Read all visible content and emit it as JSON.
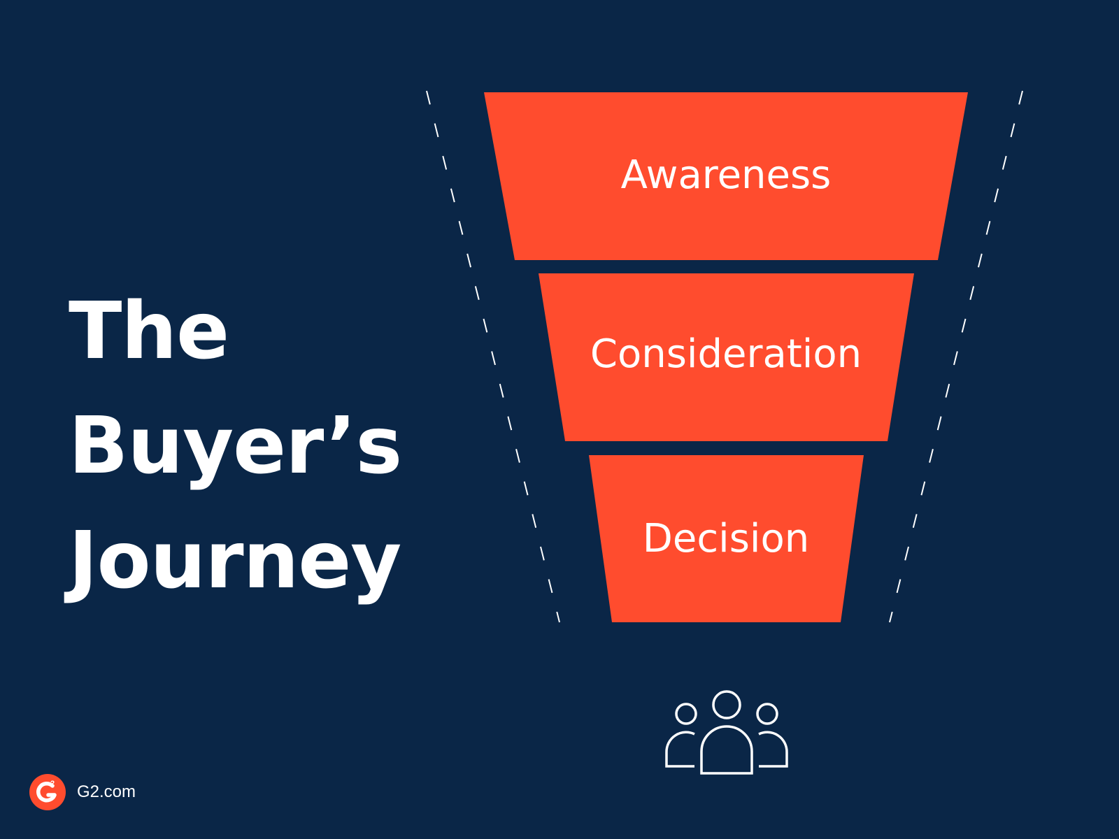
{
  "title": {
    "line1": "The",
    "line2": "Buyer’s",
    "line3": "Journey"
  },
  "funnel": {
    "stages": [
      {
        "label": "Awareness"
      },
      {
        "label": "Consideration"
      },
      {
        "label": "Decision"
      }
    ]
  },
  "icons": {
    "audience": "group-of-people-icon",
    "logo": "g2-logo-icon"
  },
  "footer": {
    "logo_superscript": "2",
    "site": "G2.com"
  },
  "colors": {
    "background": "#0a2647",
    "accent": "#ff4c2e",
    "text": "#ffffff"
  }
}
